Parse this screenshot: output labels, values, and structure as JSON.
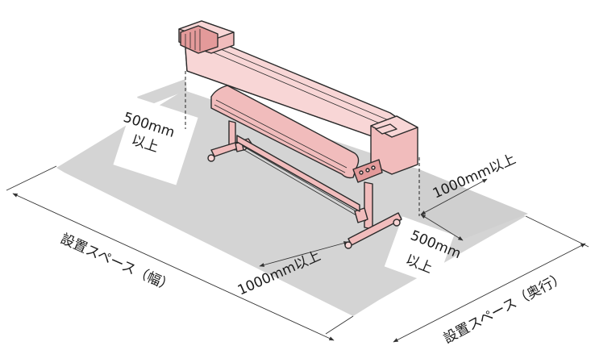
{
  "colors": {
    "floor": "#d4d4d4",
    "printer_body": "#f1bcbc",
    "printer_dark": "#e39a9a",
    "printer_light": "#f8d6d6",
    "outline": "#2a2a2a"
  },
  "labels": {
    "side_clearance_value": "500mm",
    "side_clearance_suffix": "以上",
    "front_clearance": "1000mm以上",
    "rear_clearance": "1000mm以上",
    "side_clearance_right_value": "500mm",
    "side_clearance_right_suffix": "以上",
    "width_space": "設置スペース（幅）",
    "depth_space": "設置スペース（奥行）"
  }
}
